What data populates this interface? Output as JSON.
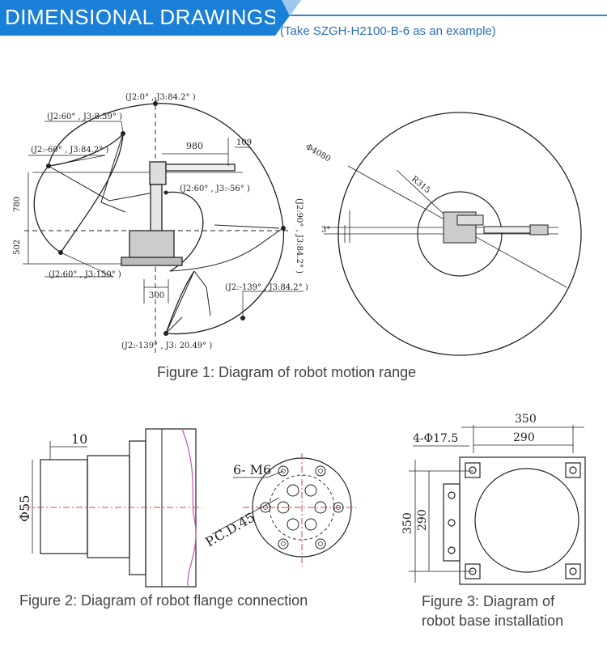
{
  "header": {
    "title": "DIMENSIONAL DRAWINGS",
    "subtitle": "(Take SZGH-H2100-B-6 as an example)",
    "bar_color": "#1a7fd6",
    "subtitle_color": "#2a6fb8"
  },
  "figure1": {
    "caption": "Figure 1: Diagram of robot motion range",
    "pose_top": "(J2:0° , J3:84.2° )",
    "pose_upper_left": "(J2:60° , J3:8.39° )",
    "pose_left": "(J2:-60° , J3:84.2° )",
    "pose_inner": "(J2:60° , J3:-56° )",
    "pose_right": "(J2:90° , J3:84.2° )",
    "pose_bottom_left": "(J2:60° , J3:150° )",
    "pose_bottom_right": "(J2:-139° , J3:84.2° )",
    "pose_bottom": "(J2:-139° , J3: 20.49° )",
    "dim_980": "980",
    "dim_109": "109",
    "dim_780": "780",
    "dim_502": "502",
    "dim_300": "300",
    "dim_diam": "Φ4080",
    "dim_r315": "R315",
    "dim_3": "3°"
  },
  "figure2": {
    "caption": "Figure 2: Diagram of robot flange connection",
    "dim_10": "10",
    "dim_d55": "Φ55",
    "label_holes": "6- M6",
    "label_pcd": "P.C.D.45"
  },
  "figure3": {
    "caption_line1": "Figure 3: Diagram of",
    "caption_line2": "robot base installation",
    "dim_350_top": "350",
    "dim_290_top": "290",
    "dim_holes": "4-Φ17.5",
    "dim_350_left": "350",
    "dim_290_left": "290"
  }
}
